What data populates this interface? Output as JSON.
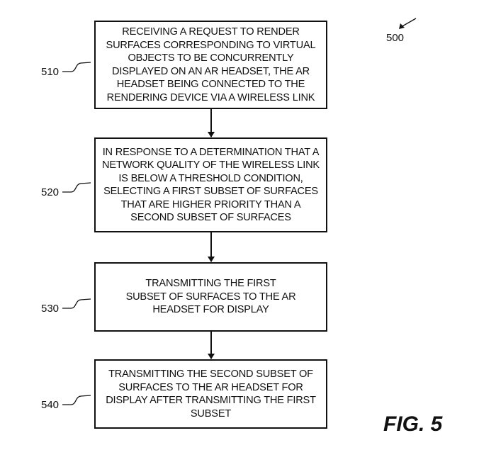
{
  "figure_ref": "500",
  "figure_label": "FIG. 5",
  "steps": [
    {
      "ref": "510",
      "text": "RECEIVING A REQUEST TO RENDER SURFACES CORRESPONDING TO VIRTUAL OBJECTS TO BE CONCURRENTLY DISPLAYED ON AN AR HEADSET, THE AR HEADSET BEING CONNECTED TO THE RENDERING DEVICE VIA A WIRELESS LINK"
    },
    {
      "ref": "520",
      "text": "IN RESPONSE TO A DETERMINATION THAT A NETWORK QUALITY OF THE WIRELESS LINK IS BELOW A THRESHOLD CONDITION, SELECTING A FIRST SUBSET OF SURFACES THAT ARE HIGHER PRIORITY THAN A SECOND SUBSET OF SURFACES"
    },
    {
      "ref": "530",
      "text": "TRANSMITTING THE FIRST SUBSET OF SURFACES TO THE AR HEADSET FOR DISPLAY"
    },
    {
      "ref": "540",
      "text": "TRANSMITTING THE SECOND SUBSET OF SURFACES TO THE AR HEADSET FOR DISPLAY AFTER TRANSMITTING THE FIRST SUBSET"
    }
  ]
}
